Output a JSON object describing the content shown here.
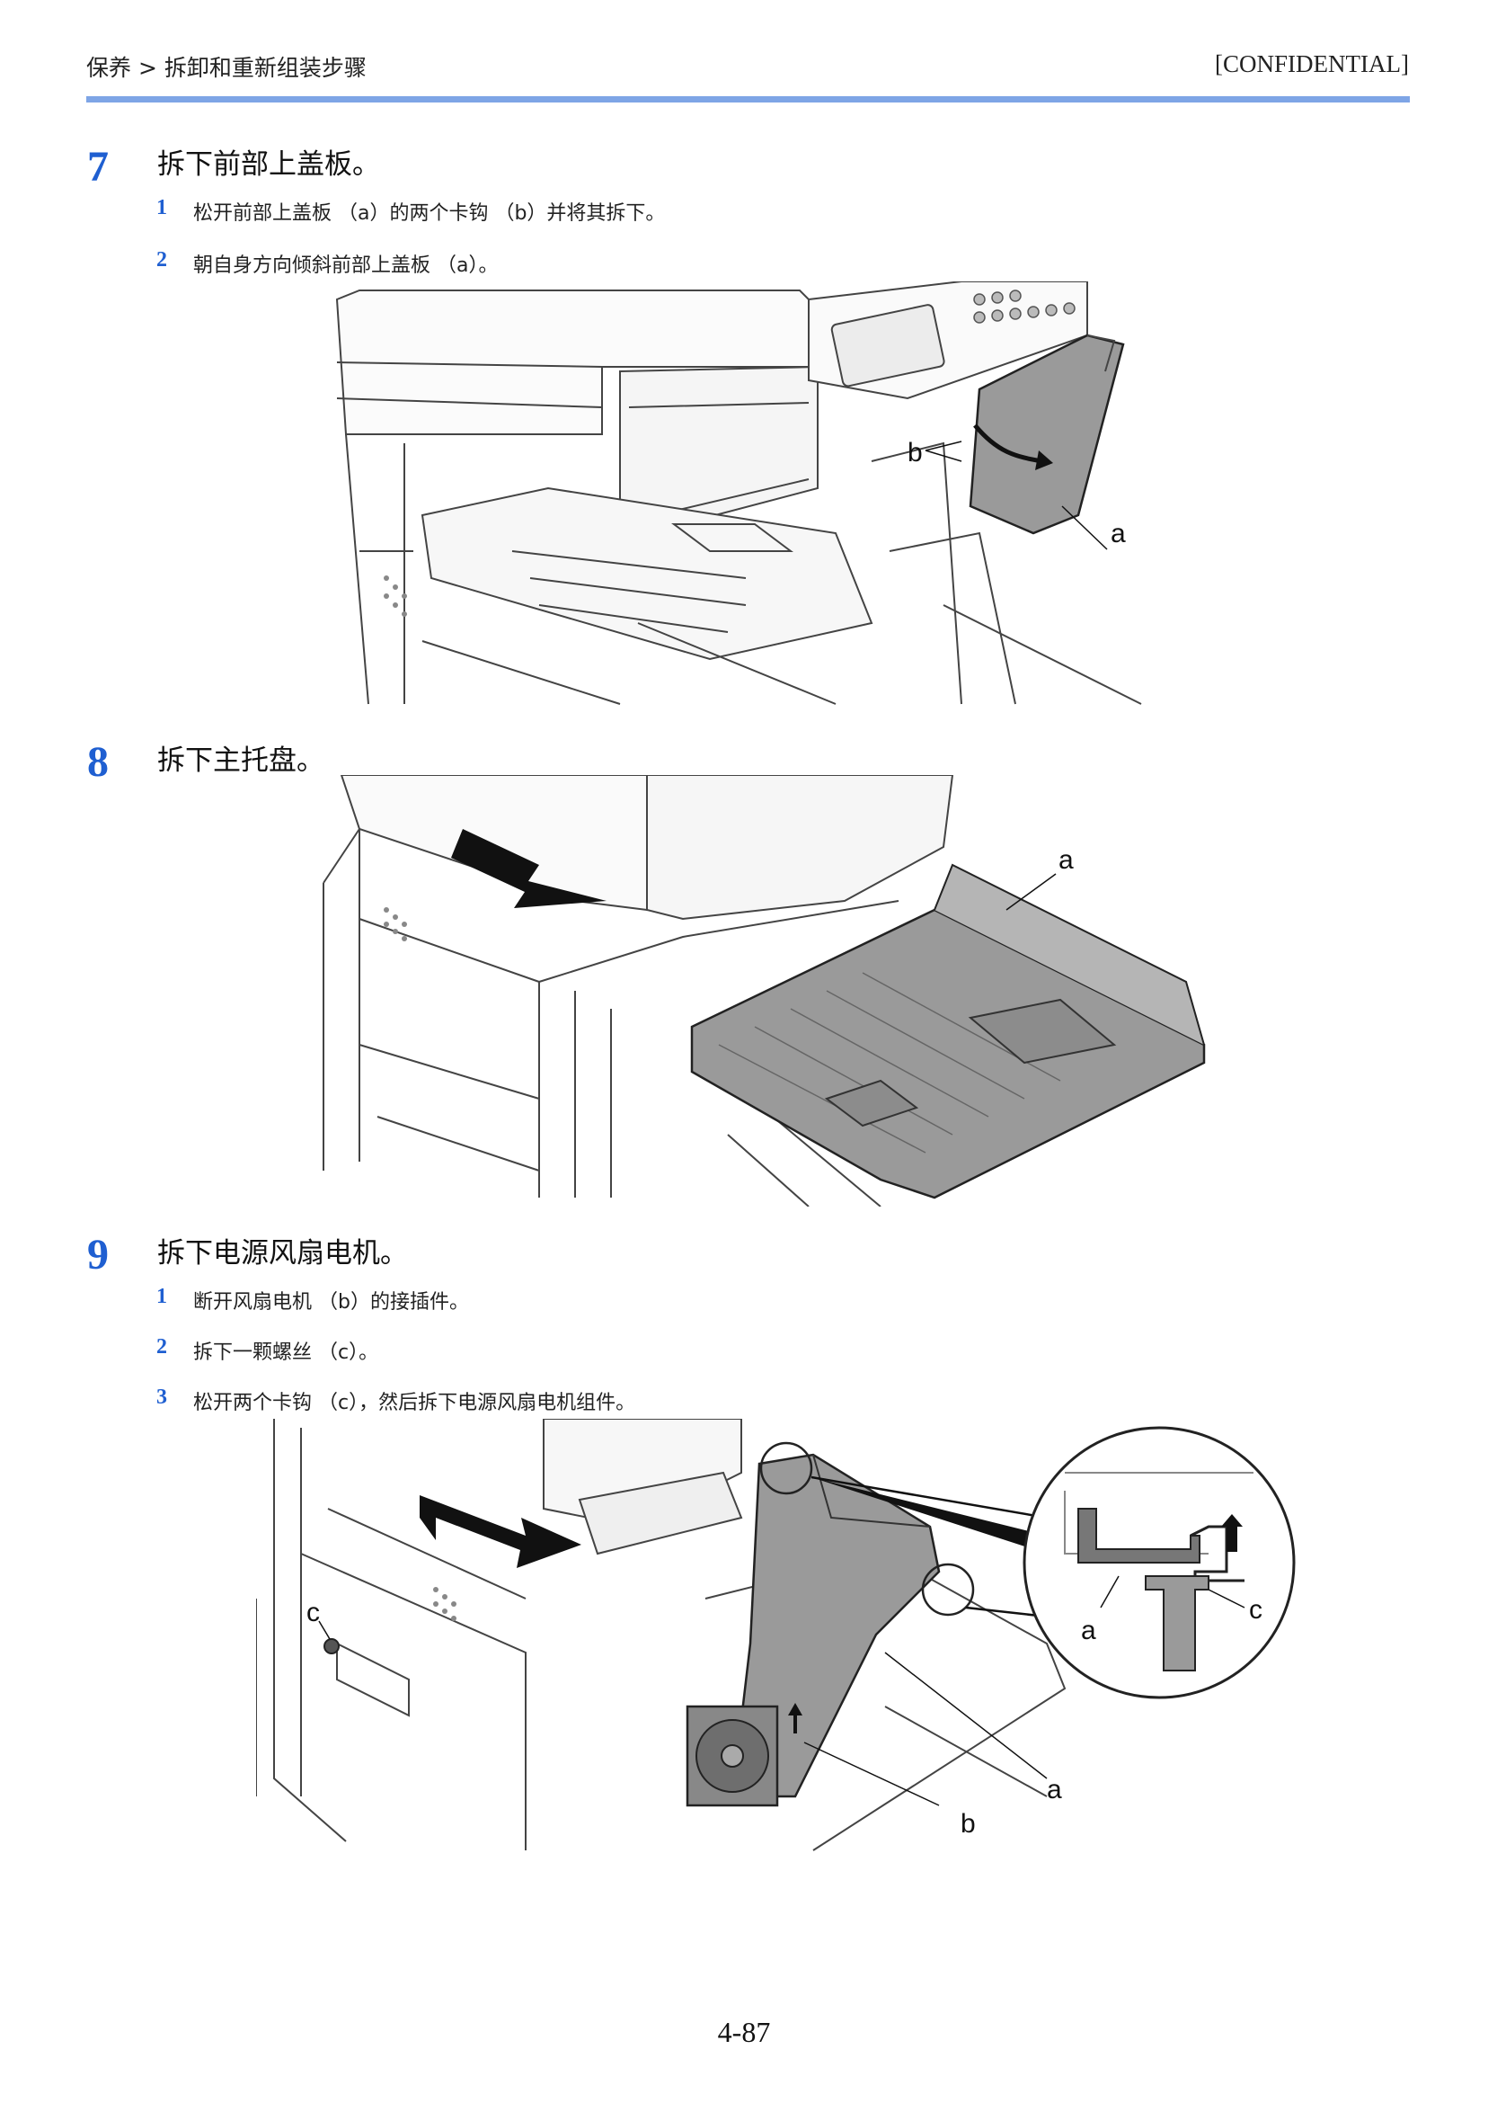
{
  "header": {
    "breadcrumb": "保养 > 拆卸和重新组装步骤",
    "confidential": "[CONFIDENTIAL]"
  },
  "steps": [
    {
      "number": "7",
      "title": "拆下前部上盖板。",
      "substeps": [
        {
          "number": "1",
          "text": "松开前部上盖板 （a）的两个卡钩 （b）并将其拆下。"
        },
        {
          "number": "2",
          "text": "朝自身方向倾斜前部上盖板 （a）。"
        }
      ],
      "figure_callouts": [
        "b",
        "a"
      ]
    },
    {
      "number": "8",
      "title": "拆下主托盘。",
      "substeps": [],
      "figure_callouts": [
        "a"
      ]
    },
    {
      "number": "9",
      "title": "拆下电源风扇电机。",
      "substeps": [
        {
          "number": "1",
          "text": "断开风扇电机 （b）的接插件。"
        },
        {
          "number": "2",
          "text": "拆下一颗螺丝 （c）。"
        },
        {
          "number": "3",
          "text": "松开两个卡钩 （c），然后拆下电源风扇电机组件。"
        }
      ],
      "figure_callouts": [
        "c",
        "a",
        "c",
        "a",
        "b"
      ]
    }
  ],
  "page_number": "4-87"
}
